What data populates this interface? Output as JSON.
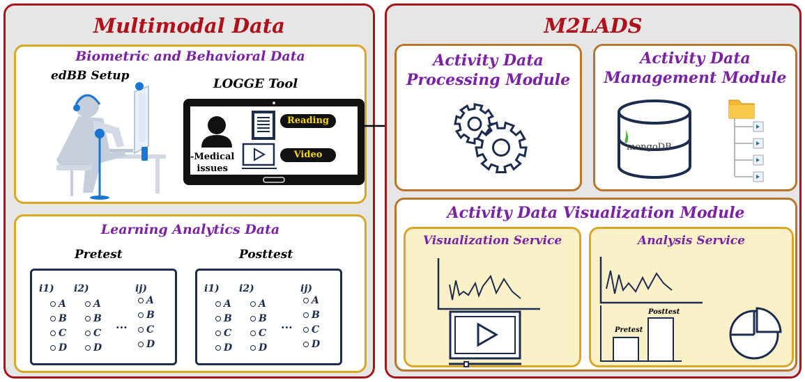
{
  "multimodal": {
    "title": "Multimodal Data",
    "biometric": {
      "title": "Biometric and Behavioral Data",
      "edbb_label": "edBB Setup",
      "logge_label": "LOGGE Tool",
      "medical_label": "-Medical\nissues",
      "reading_label": "Reading",
      "video_label": "Video"
    },
    "learning": {
      "title": "Learning Analytics Data",
      "pretest_label": "Pretest",
      "posttest_label": "Posttest",
      "item_labels": [
        "i1)",
        "i2)",
        "ij)"
      ],
      "options": [
        "A",
        "B",
        "C",
        "D"
      ],
      "ellipsis": "..."
    }
  },
  "m2lads": {
    "title": "M2LADS",
    "processing": {
      "title": "Activity Data\nProcessing Module"
    },
    "management": {
      "title": "Activity Data\nManagement Module",
      "db_label": "mongoDB"
    },
    "visualization": {
      "title": "Activity Data Visualization Module",
      "vis_service": "Visualization Service",
      "analysis_service": "Analysis Service",
      "pretest_label": "Pretest",
      "posttest_label": "Posttest"
    }
  },
  "colors": {
    "panel_border": "#a4161a",
    "title_red": "#b0101a",
    "title_purple": "#7a21a6",
    "gold_border": "#d9a626",
    "brown_border": "#b8762a",
    "navy": "#1c2c4f",
    "mongo_green": "#4db33d",
    "person_blue": "#1976d2"
  }
}
